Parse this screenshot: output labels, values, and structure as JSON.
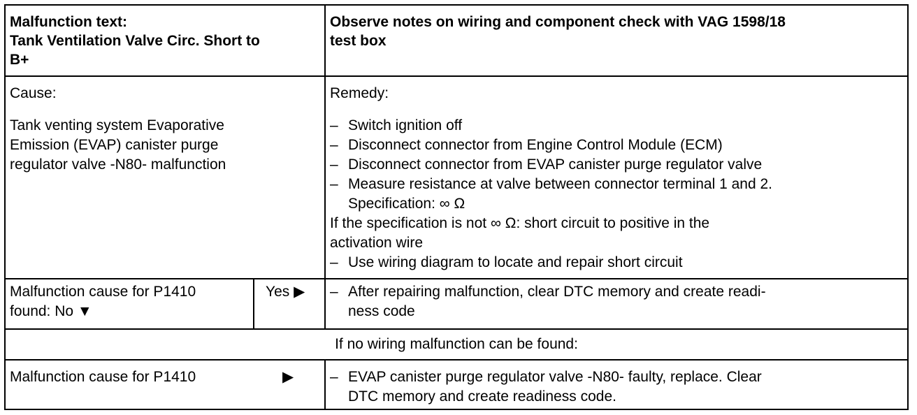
{
  "header": {
    "left_line1": "Malfunction text:",
    "left_line2": "Tank Ventilation Valve Circ. Short to",
    "left_line3": "B+",
    "right_line1": "Observe notes on wiring and component check with VAG 1598/18",
    "right_line2": "test box"
  },
  "cause": {
    "title": "Cause:",
    "line1": "Tank venting system Evaporative",
    "line2": "Emission (EVAP) canister purge",
    "line3": "regulator valve -N80- malfunction"
  },
  "remedy": {
    "title": "Remedy:",
    "dash": "–",
    "step1": "Switch ignition off",
    "step2": "Disconnect connector from Engine Control Module (ECM)",
    "step3": "Disconnect connector from EVAP canister purge regulator valve",
    "step4_line1": "Measure resistance at valve between connector terminal 1 and 2.",
    "step4_line2": "Specification: ∞ Ω",
    "note_line1": "If the specification is not ∞ Ω:  short circuit to positive in the",
    "note_line2": "activation wire",
    "step5": "Use wiring diagram to locate and repair short circuit"
  },
  "found_row": {
    "left_line1": "Malfunction cause for P1410",
    "left_line2": "found: No",
    "no_arrow": "▼",
    "yes_label": "Yes",
    "yes_arrow": "▶",
    "dash": "–",
    "action_line1": "After repairing malfunction, clear DTC memory and create readi-",
    "action_line2": "ness code"
  },
  "banner": {
    "text": "If no wiring malfunction can be found:"
  },
  "final_row": {
    "left": "Malfunction cause for P1410",
    "arrow": "▶",
    "dash": "–",
    "action_line1": "EVAP canister purge regulator valve -N80- faulty, replace.  Clear",
    "action_line2": "DTC memory and create readiness code."
  }
}
